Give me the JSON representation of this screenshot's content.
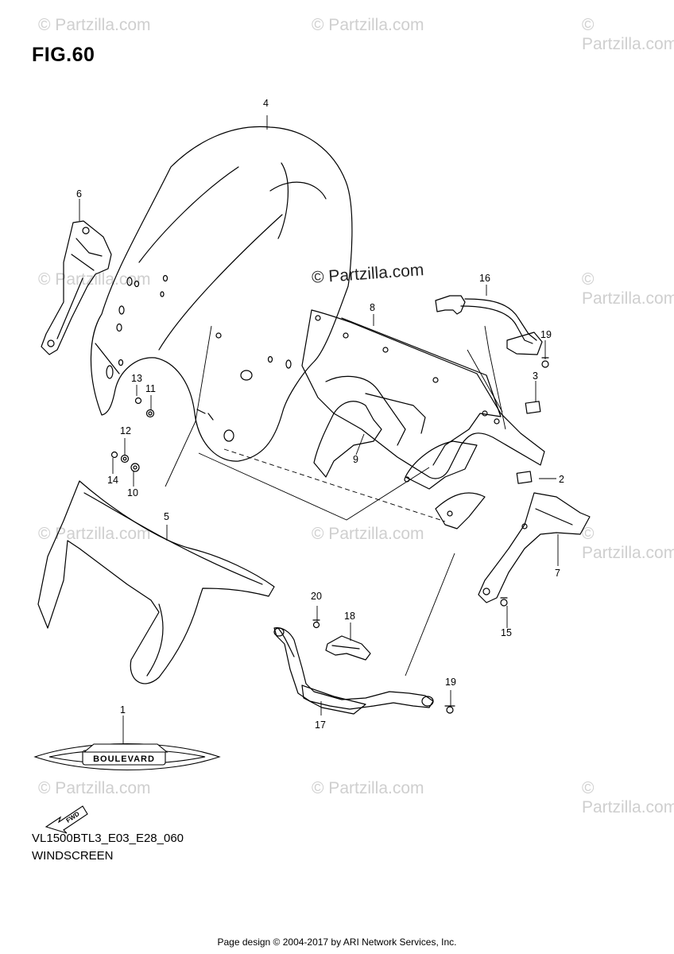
{
  "figure": {
    "title": "FIG.60",
    "model_code": "VL1500BTL3_E03_E28_060",
    "section_name": "WINDSCREEN"
  },
  "watermark": {
    "text": "© Partzilla.com"
  },
  "footer": {
    "text": "Page design © 2004-2017 by ARI Network Services, Inc."
  },
  "badge": {
    "text": "BOULEVARD",
    "fwd_label": "FWD"
  },
  "callouts": [
    {
      "id": "c1",
      "text": "1"
    },
    {
      "id": "c2",
      "text": "2"
    },
    {
      "id": "c3",
      "text": "3"
    },
    {
      "id": "c4",
      "text": "4"
    },
    {
      "id": "c5",
      "text": "5"
    },
    {
      "id": "c6",
      "text": "6"
    },
    {
      "id": "c7",
      "text": "7"
    },
    {
      "id": "c8",
      "text": "8"
    },
    {
      "id": "c9",
      "text": "9"
    },
    {
      "id": "c10",
      "text": "10"
    },
    {
      "id": "c11",
      "text": "11"
    },
    {
      "id": "c12",
      "text": "12"
    },
    {
      "id": "c13",
      "text": "13"
    },
    {
      "id": "c14",
      "text": "14"
    },
    {
      "id": "c15",
      "text": "15"
    },
    {
      "id": "c16",
      "text": "16"
    },
    {
      "id": "c17",
      "text": "17"
    },
    {
      "id": "c18",
      "text": "18"
    },
    {
      "id": "c19a",
      "text": "19"
    },
    {
      "id": "c19b",
      "text": "19"
    },
    {
      "id": "c20",
      "text": "20"
    }
  ]
}
